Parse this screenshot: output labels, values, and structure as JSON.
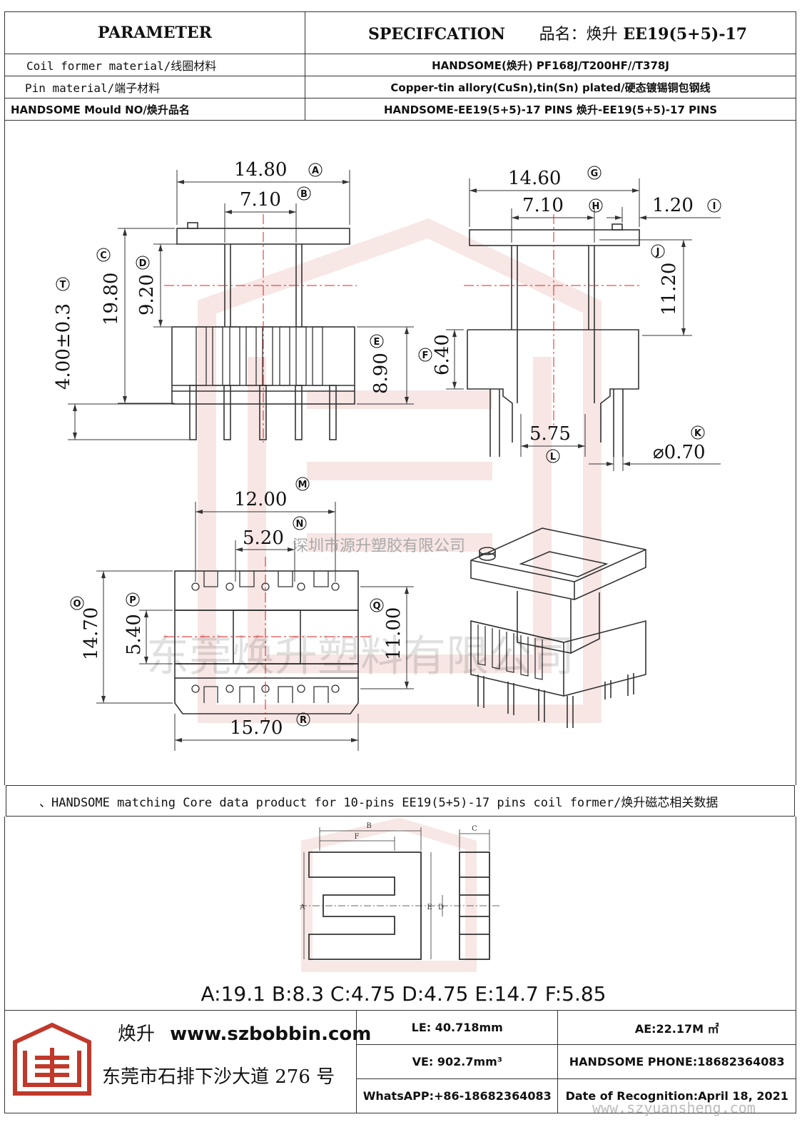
{
  "header": {
    "parameter_label": "PARAMETER",
    "spec_label": "SPECIFCATION",
    "product_name_label": "品名：",
    "product_name_cn": "焕升",
    "product_name_model": "EE19(5+5)-17"
  },
  "params": [
    {
      "label": "Coil former material/线圈材料",
      "value": "HANDSOME(焕升)   PF168J/T200HF//T378J"
    },
    {
      "label": "Pin material/端子材料",
      "value": "Copper-tin allory(CuSn),tin(Sn) plated/硬态镀锡铜包钢线"
    },
    {
      "label": "HANDSOME Mould NO/焕升品名",
      "value": "HANDSOME-EE19(5+5)-17 PINS   焕升-EE19(5+5)-17 PINS"
    }
  ],
  "dimensions": {
    "A": "14.80",
    "B": "7.10",
    "C": "19.80",
    "D": "9.20",
    "T": "4.00±0.3",
    "E": "8.90",
    "G": "14.60",
    "H": "7.10",
    "I": "1.20",
    "J": "11.20",
    "F": "6.40",
    "L": "5.75",
    "K": "⌀0.70",
    "M": "12.00",
    "N": "5.20",
    "O": "14.70",
    "P": "5.40",
    "Q": "11.00",
    "R": "15.70"
  },
  "letters": {
    "A": "A",
    "B": "B",
    "C": "C",
    "D": "D",
    "T": "T",
    "E": "E",
    "G": "G",
    "H": "H",
    "I": "I",
    "J": "J",
    "F": "F",
    "L": "L",
    "K": "K",
    "M": "M",
    "N": "N",
    "O": "O",
    "P": "P",
    "Q": "Q",
    "R": "R"
  },
  "watermarks": {
    "company_small": "深圳市源升塑胶有限公司",
    "company_large": "东莞焕升塑料有限公司",
    "website": "www.szyuansheng.com"
  },
  "core": {
    "banner": "、HANDSOME matching Core data  product for 10-pins EE19(5+5)-17 pins coil former/焕升磁芯相关数据",
    "values": "A:19.1 B:8.3 C:4.75 D:4.75 E:14.7 F:5.85",
    "drawing_labels": {
      "A": "A",
      "B": "B",
      "C": "C",
      "D": "D",
      "E": "E",
      "F": "F"
    }
  },
  "footer": {
    "brand_cn": "焕升",
    "website": "www.szbobbin.com",
    "address": "东莞市石排下沙大道 276 号",
    "le": "LE: 40.718mm",
    "ae": "AE:22.17M ㎡",
    "ve": "VE: 902.7mm³",
    "phone": "HANDSOME PHONE:18682364083",
    "whatsapp": "WhatsAPP:+86-18682364083",
    "date": "Date of Recognition:April 18, 2021"
  },
  "colors": {
    "line": "#333333",
    "centerline": "#e02020",
    "watermark": "#c0392b"
  }
}
